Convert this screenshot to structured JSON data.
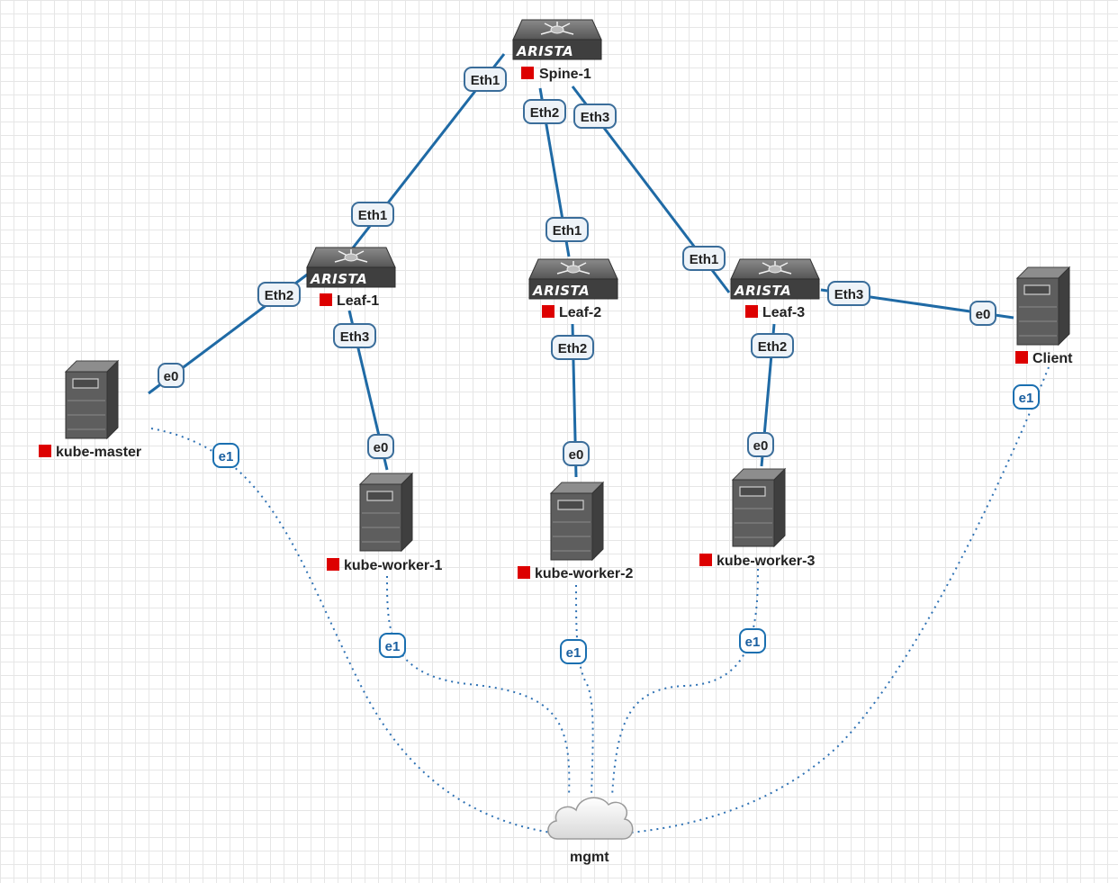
{
  "nodes": {
    "spine1": {
      "label": "Spine-1",
      "type": "switch",
      "brand": "ARISTA",
      "status": "stopped"
    },
    "leaf1": {
      "label": "Leaf-1",
      "type": "switch",
      "brand": "ARISTA",
      "status": "stopped"
    },
    "leaf2": {
      "label": "Leaf-2",
      "type": "switch",
      "brand": "ARISTA",
      "status": "stopped"
    },
    "leaf3": {
      "label": "Leaf-3",
      "type": "switch",
      "brand": "ARISTA",
      "status": "stopped"
    },
    "kube_master": {
      "label": "kube-master",
      "type": "server",
      "status": "stopped"
    },
    "kube_worker1": {
      "label": "kube-worker-1",
      "type": "server",
      "status": "stopped"
    },
    "kube_worker2": {
      "label": "kube-worker-2",
      "type": "server",
      "status": "stopped"
    },
    "kube_worker3": {
      "label": "kube-worker-3",
      "type": "server",
      "status": "stopped"
    },
    "client": {
      "label": "Client",
      "type": "server",
      "status": "stopped"
    },
    "mgmt": {
      "label": "mgmt",
      "type": "cloud"
    }
  },
  "links": [
    {
      "a": "spine1",
      "a_port": "Eth1",
      "b": "leaf1",
      "b_port": "Eth1",
      "style": "data"
    },
    {
      "a": "spine1",
      "a_port": "Eth2",
      "b": "leaf2",
      "b_port": "Eth1",
      "style": "data"
    },
    {
      "a": "spine1",
      "a_port": "Eth3",
      "b": "leaf3",
      "b_port": "Eth1",
      "style": "data"
    },
    {
      "a": "leaf1",
      "a_port": "Eth2",
      "b": "kube_master",
      "b_port": "e0",
      "style": "data"
    },
    {
      "a": "leaf1",
      "a_port": "Eth3",
      "b": "kube_worker1",
      "b_port": "e0",
      "style": "data"
    },
    {
      "a": "leaf2",
      "a_port": "Eth2",
      "b": "kube_worker2",
      "b_port": "e0",
      "style": "data"
    },
    {
      "a": "leaf3",
      "a_port": "Eth2",
      "b": "kube_worker3",
      "b_port": "e0",
      "style": "data"
    },
    {
      "a": "leaf3",
      "a_port": "Eth3",
      "b": "client",
      "b_port": "e0",
      "style": "data"
    },
    {
      "a": "kube_master",
      "a_port": "e1",
      "b": "mgmt",
      "b_port": "",
      "style": "mgmt"
    },
    {
      "a": "kube_worker1",
      "a_port": "e1",
      "b": "mgmt",
      "b_port": "",
      "style": "mgmt"
    },
    {
      "a": "kube_worker2",
      "a_port": "e1",
      "b": "mgmt",
      "b_port": "",
      "style": "mgmt"
    },
    {
      "a": "kube_worker3",
      "a_port": "e1",
      "b": "mgmt",
      "b_port": "",
      "style": "mgmt"
    },
    {
      "a": "client",
      "a_port": "e1",
      "b": "mgmt",
      "b_port": "",
      "style": "mgmt"
    }
  ],
  "colors": {
    "data_link": "#1f6aa5",
    "mgmt_link": "#2f72b4",
    "port_border_data": "#3a6d9a",
    "port_fill_data": "#eef3f8",
    "port_border_mgmt": "#1a6fb0",
    "port_fill_mgmt": "#ffffff",
    "status_stopped": "#dd0000",
    "server_body": "#5e5e5e",
    "switch_body": "#444444"
  }
}
